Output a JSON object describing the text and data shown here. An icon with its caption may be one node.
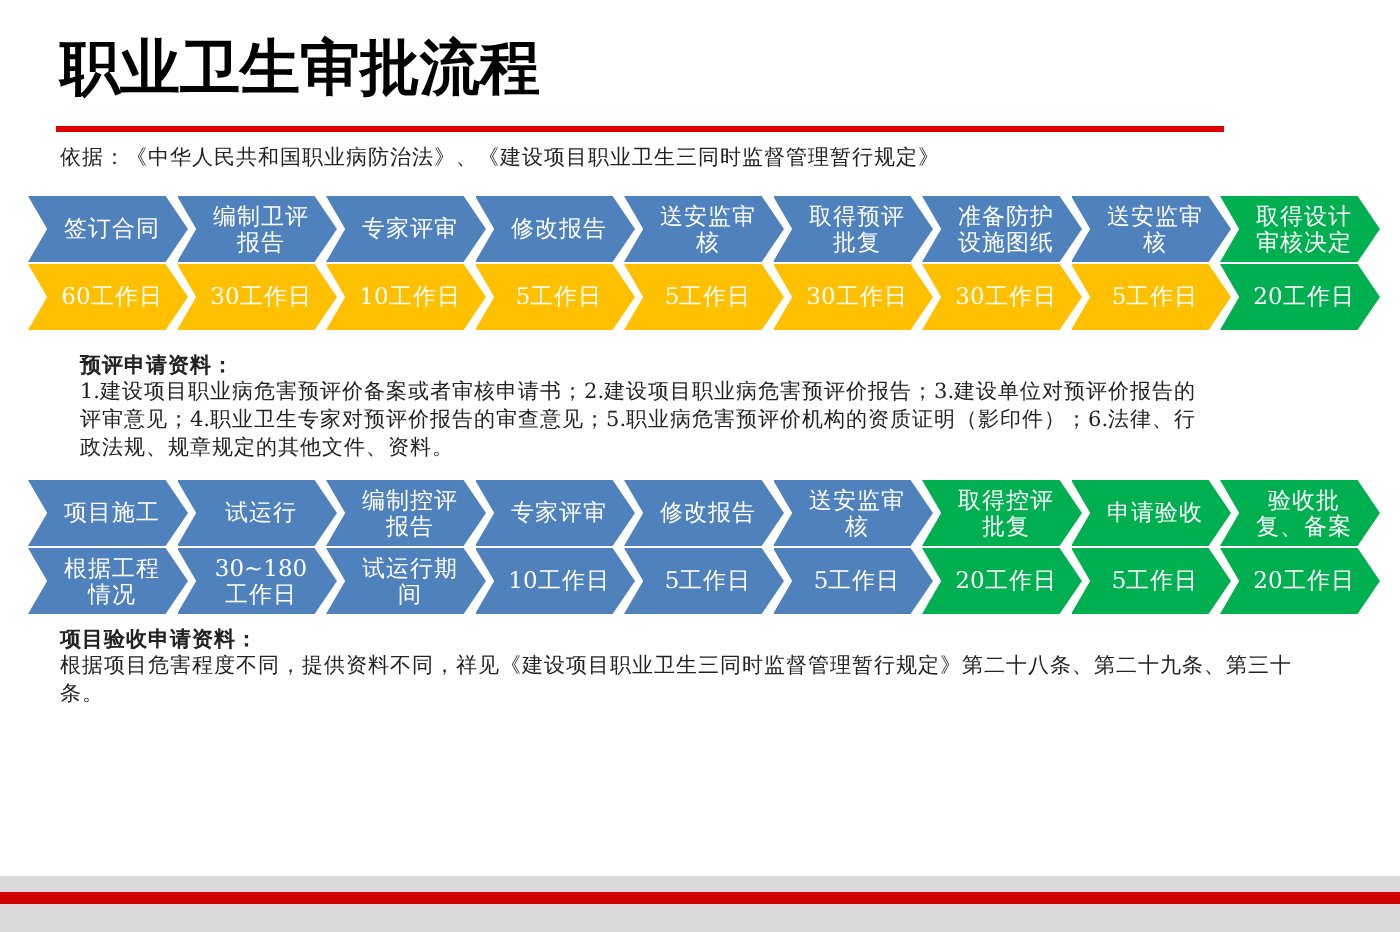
{
  "diagram": {
    "title": "职业卫生审批流程",
    "nodes": [
      {
        "text": [
          "签订合同"
        ]
      },
      {
        "text": [
          "编制卫评报告"
        ]
      },
      {
        "text": [
          "专家评审"
        ]
      },
      {
        "text": [
          "修改报告"
        ]
      },
      {
        "text": [
          "送安监审核"
        ]
      },
      {
        "text": [
          "取得预评批复"
        ]
      },
      {
        "text": [
          "准备防护设施图纸"
        ]
      },
      {
        "text": [
          "送安监审核"
        ]
      },
      {
        "text": [
          "取得设计审核决定"
        ]
      },
      {
        "text": [
          "60工作日"
        ]
      },
      {
        "text": [
          "30工作日"
        ]
      },
      {
        "text": [
          "10工作日"
        ]
      },
      {
        "text": [
          "5工作日"
        ]
      },
      {
        "text": [
          "5工作日"
        ]
      },
      {
        "text": [
          "30工作日"
        ]
      },
      {
        "text": [
          "30工作日"
        ]
      },
      {
        "text": [
          "5工作日"
        ]
      },
      {
        "text": [
          "20工作日"
        ]
      },
      {
        "text": [
          "项目施工"
        ]
      },
      {
        "text": [
          "试运行"
        ]
      },
      {
        "text": [
          "编制控评报告"
        ]
      },
      {
        "text": [
          "专家评审"
        ]
      },
      {
        "text": [
          "修改报告"
        ]
      },
      {
        "text": [
          "送安监审核"
        ]
      },
      {
        "text": [
          "取得控评批复"
        ]
      },
      {
        "text": [
          "申请验收"
        ]
      },
      {
        "text": [
          "验收批复、备案"
        ]
      },
      {
        "text": [
          "根据工程情况"
        ]
      },
      {
        "text": [
          "30~180工作日"
        ]
      },
      {
        "text": [
          "试运行期间"
        ]
      },
      {
        "text": [
          "10工作日"
        ]
      },
      {
        "text": [
          "5工作日"
        ]
      },
      {
        "text": [
          "5工作日"
        ]
      },
      {
        "text": [
          "20工作日"
        ]
      },
      {
        "text": [
          "5工作日"
        ]
      },
      {
        "text": [
          "20工作日"
        ]
      }
    ],
    "edges": [],
    "labels": [
      "依据：《中华人民共和国职业病防治法》、《建设项目职业卫生三同时监督管理暂行规定》",
      "预评申请资料：",
      "1.建设项目职业病危害预评价备案或者审核申请书；2.建设项目职业病危害预评价报告；3.建设单位对预评价报告的评审意见；4.职业卫生专家对预评价报告的审查意见；5.职业病危害预评价机构的资质证明（影印件）；6.法律、行政法规、规章规定的其他文件、资料。",
      "项目验收申请资料：",
      "根据项目危害程度不同，提供资料不同，祥见《建设项目职业卫生三同时监督管理暂行规定》第二十八条、第二十九条、第三十条。"
    ]
  }
}
